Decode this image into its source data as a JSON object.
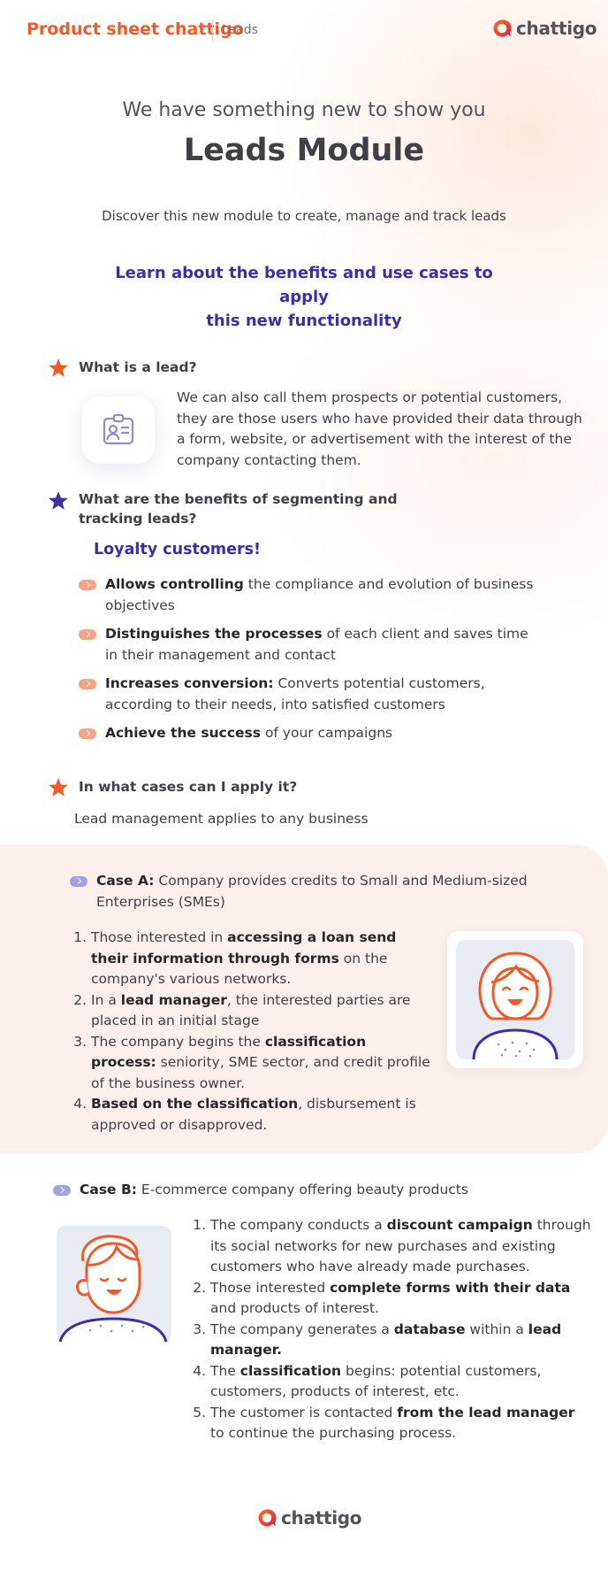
{
  "header": {
    "title": "Product sheet chattigo",
    "subtitle": "Leads",
    "logo_text": "chattigo"
  },
  "hero": {
    "pre_title": "We have something new to show you",
    "title": "Leads Module",
    "description": "Discover this new module to create, manage and track leads",
    "cta_line1": "Learn about the benefits and use cases to apply",
    "cta_line2": "this new functionality"
  },
  "section1": {
    "question": "What is a lead?",
    "answer": "We can also call them prospects or potential customers, they are those users who have provided their data through a form, website, or advertisement with the interest of the company contacting them."
  },
  "section2": {
    "question": "What are the benefits of segmenting and tracking leads?",
    "highlight": "Loyalty customers!",
    "bullets": [
      {
        "bold": "Allows controlling",
        "rest": " the compliance and evolution of business objectives"
      },
      {
        "bold": "Distinguishes the processes",
        "rest": " of each client and saves time in their management and contact"
      },
      {
        "bold": "Increases conversion:",
        "rest": " Converts potential customers, according to their needs, into satisfied customers"
      },
      {
        "bold": "Achieve the success",
        "rest": " of your campaigns"
      }
    ]
  },
  "section3": {
    "question": "In what cases can I apply it?",
    "answer": "Lead management applies to any business"
  },
  "caseA": {
    "label": "Case A:",
    "title": " Company provides credits to Small and Medium-sized Enterprises (SMEs)",
    "steps": [
      {
        "a": "Those interested in ",
        "b": "accessing a loan send their information through forms",
        "c": " on the company's various networks."
      },
      {
        "a": "In a ",
        "b": "lead manager",
        "c": ", the interested parties are placed in an initial stage"
      },
      {
        "a": "The company begins the ",
        "b": "classification process:",
        "c": " seniority, SME sector, and credit profile of the business owner."
      },
      {
        "a": "",
        "b": "Based on the classification",
        "c": ", disbursement is approved or disapproved."
      }
    ]
  },
  "caseB": {
    "label": "Case B:",
    "title": " E-commerce company offering beauty products",
    "steps": [
      {
        "a": "The company conducts a ",
        "b": "discount campaign",
        "c": " through its social networks for new purchases and existing customers who have already made purchases."
      },
      {
        "a": "Those interested ",
        "b": "complete forms with their data",
        "c": " and products of interest."
      },
      {
        "a": "The company generates a ",
        "b": "database",
        "c": " within a ",
        "d": "lead manager."
      },
      {
        "a": "The ",
        "b": "classification",
        "c": " begins: potential customers, customers, products of interest, etc."
      },
      {
        "a": "The customer is contacted ",
        "b": "from the lead manager",
        "c": " to continue the purchasing process."
      }
    ]
  },
  "footer": {
    "logo_text": "chattigo"
  },
  "colors": {
    "brand_orange": "#f05a28",
    "brand_purple": "#3b2fa8",
    "case_bg": "#fdf0ec"
  },
  "icons": [
    "chattigo-logo-icon",
    "star-icon",
    "id-badge-icon",
    "arrow-pill-icon"
  ]
}
